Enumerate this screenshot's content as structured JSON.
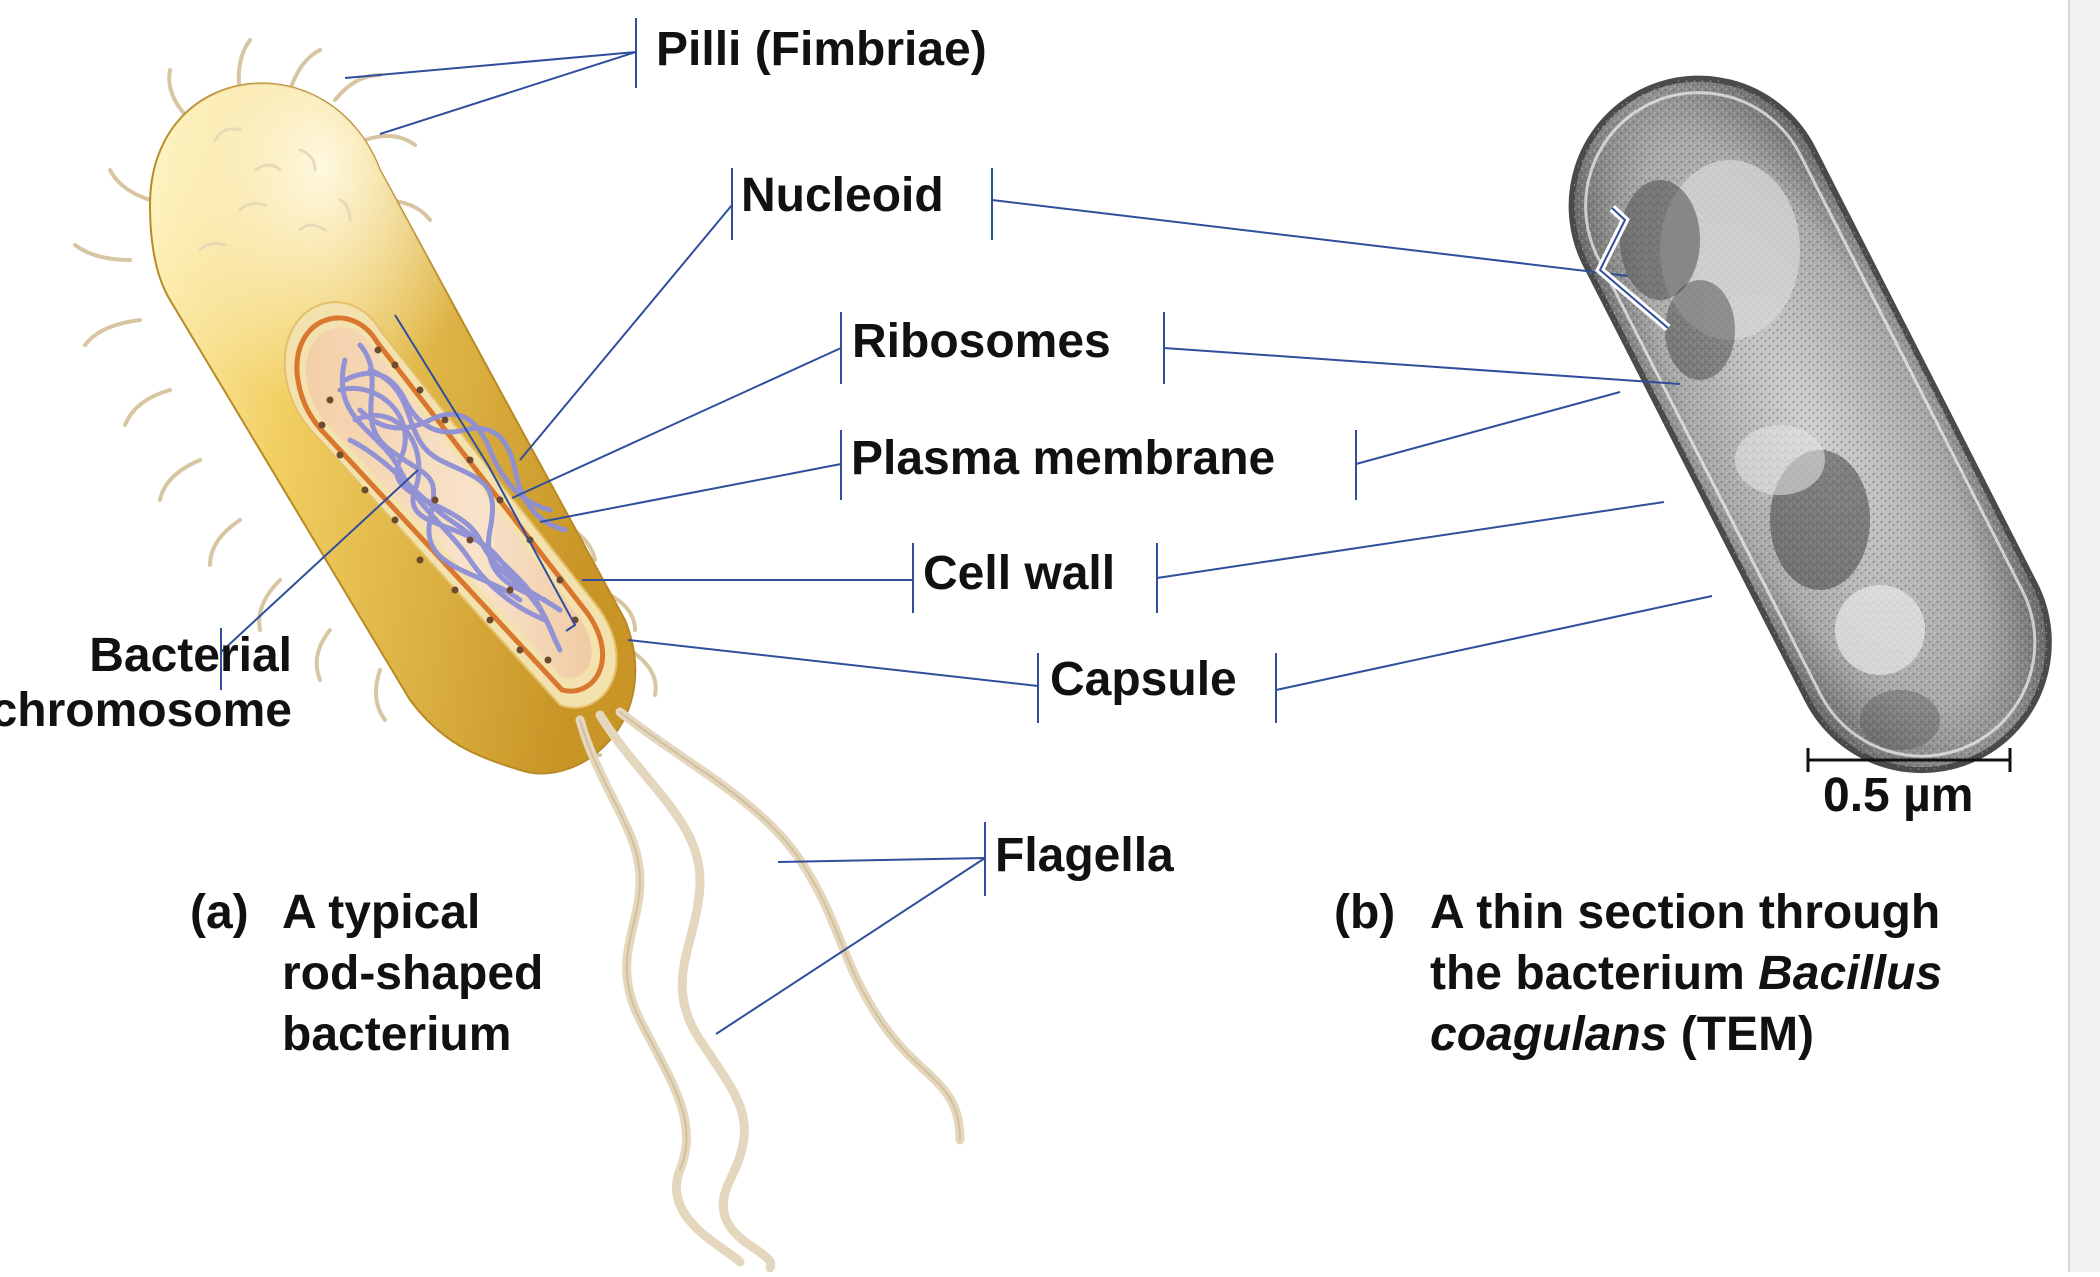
{
  "colors": {
    "leader_line": "#2f4f9c",
    "capsule": "#e3b53f",
    "cell_wall": "#f1dca6",
    "plasma_membrane": "#d9772f",
    "cytoplasm": "#f6dcc0",
    "nucleoid": "#8d8fd6",
    "ribosome": "#6e4a30",
    "flagellum": "#e5d7bd",
    "tem_tone": "#5a5a5a"
  },
  "labels": {
    "pili": "Pilli (Fimbriae)",
    "nucleoid": "Nucleoid",
    "ribosomes": "Ribosomes",
    "plasma_membrane": "Plasma membrane",
    "cell_wall": "Cell wall",
    "capsule": "Capsule",
    "flagella": "Flagella",
    "bacterial_chromosome_1": "Bacterial",
    "bacterial_chromosome_2": "chromosome"
  },
  "scale_bar": {
    "label": "0.5 µm"
  },
  "captions": {
    "a": {
      "tag": "(a)",
      "line1": "A typical",
      "line2": "rod-shaped",
      "line3": "bacterium"
    },
    "b": {
      "tag": "(b)",
      "line1": "A thin section through",
      "line2_plain": "the bacterium ",
      "line2_italic": "Bacillus",
      "line3_italic": "coagulans",
      "line3_plain": " (TEM)"
    }
  }
}
